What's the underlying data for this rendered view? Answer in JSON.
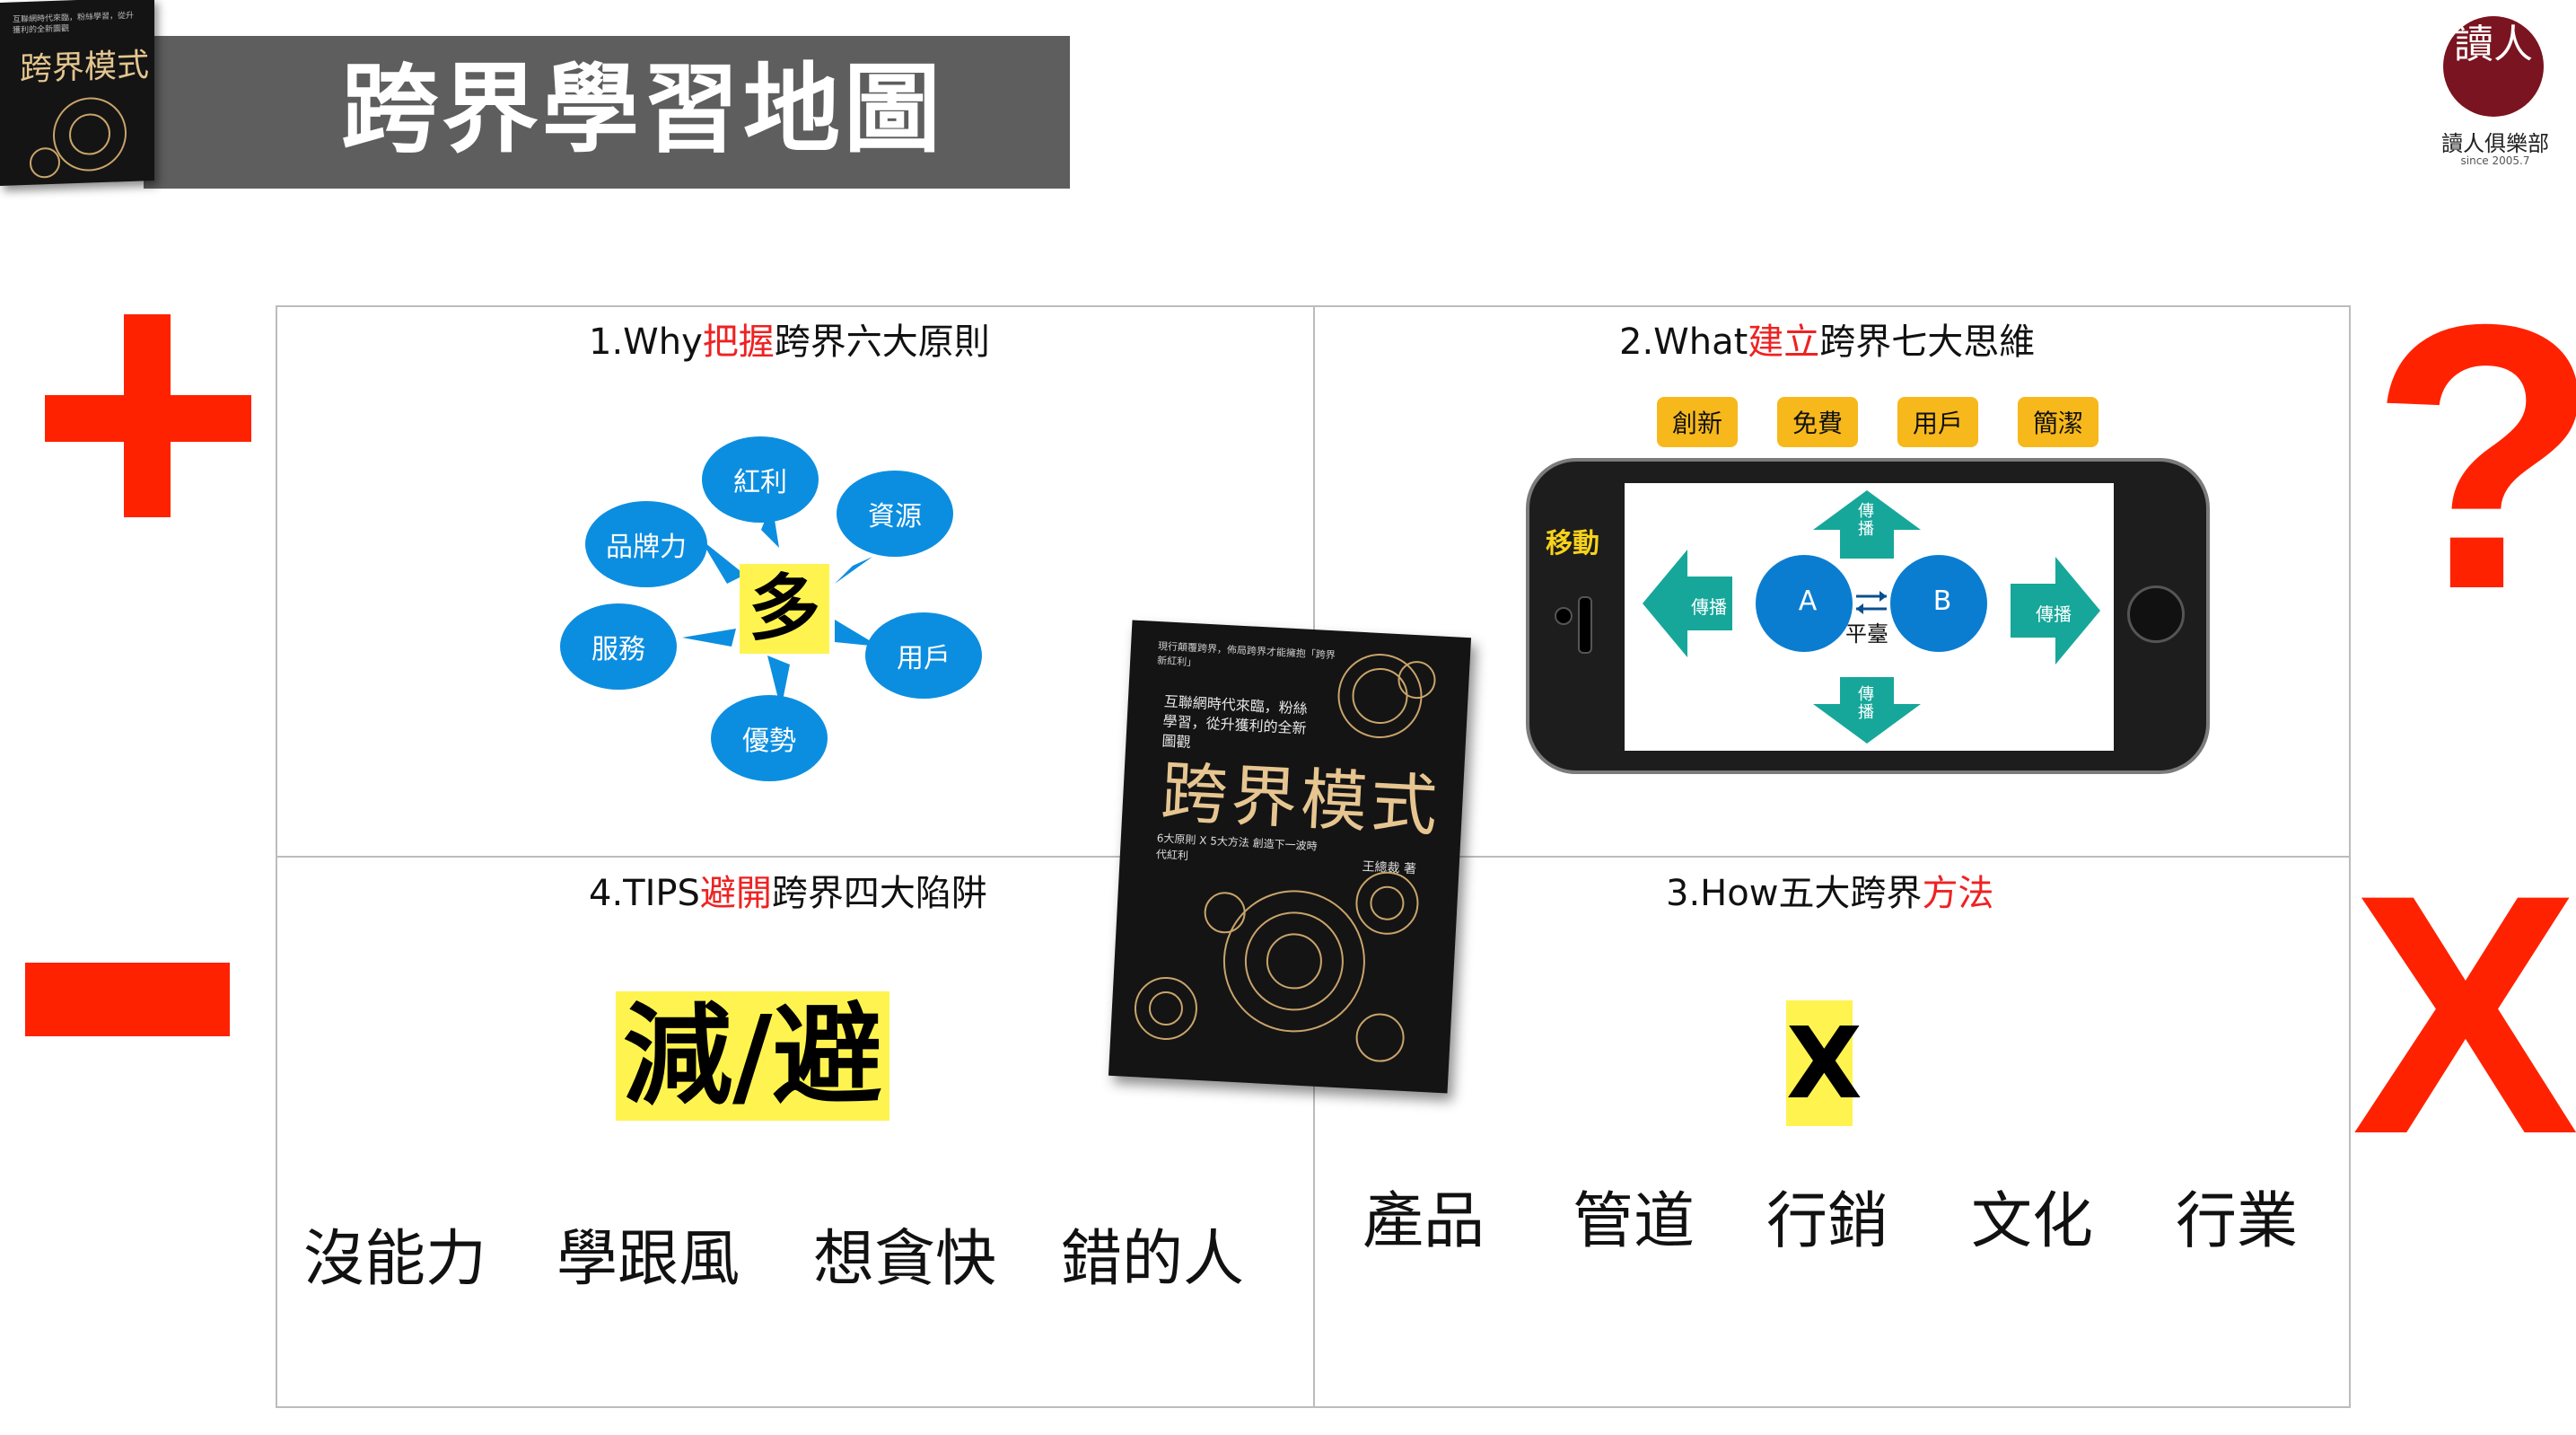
{
  "header": {
    "title": "跨界學習地圖",
    "thumbnail_book": {
      "title": "跨界模式",
      "top_text": "互聯網時代來臨，粉絲學習，從升獲利的全新圖觀"
    },
    "logo": {
      "mark": "讀人",
      "name": "讀人俱樂部",
      "since": "since 2005.7"
    }
  },
  "symbols": {
    "plus": "+",
    "minus": "−",
    "question": "?",
    "times": "X"
  },
  "q1": {
    "num": "1.Why",
    "highlight": "把握",
    "rest": "跨界六大原則",
    "center": "多",
    "bubbles": [
      "紅利",
      "資源",
      "品牌力",
      "服務",
      "用戶",
      "優勢"
    ]
  },
  "q2": {
    "num": "2.What",
    "highlight": "建立",
    "rest": "跨界七大思維",
    "keywords": [
      "創新",
      "免費",
      "用戶",
      "簡潔"
    ],
    "phone_label": "移動",
    "node_a": "A",
    "node_b": "B",
    "platform": "平臺",
    "spread": "傳播"
  },
  "q3": {
    "num": "3.How",
    "rest": "五大跨界",
    "highlight": "方法",
    "center": "X",
    "items": [
      "產品",
      "管道",
      "行銷",
      "文化",
      "行業"
    ]
  },
  "q4": {
    "num": "4.TIPS",
    "highlight": "避開",
    "rest": "跨界四大陷阱",
    "center": "減/避",
    "items": [
      "沒能力",
      "學跟風",
      "想貪快",
      "錯的人"
    ]
  },
  "book": {
    "title": "跨界模式",
    "subtitle": "互聯網時代來臨，粉絲學習，從升獲利的全新圖觀",
    "blurb": "6大原則 X 5大方法 創造下一波時代紅利",
    "author": "王總裁 著",
    "top_blurb": "現行顛覆跨界，佈局跨界才能擁抱「跨界新紅利」"
  },
  "colors": {
    "accent_red": "#ee2222",
    "bubble_blue": "#0c8ee0",
    "highlight_yellow": "#fff44f",
    "keyword_orange": "#f7b81b",
    "arrow_teal": "#16a79a",
    "node_blue": "#0b7dd0"
  }
}
